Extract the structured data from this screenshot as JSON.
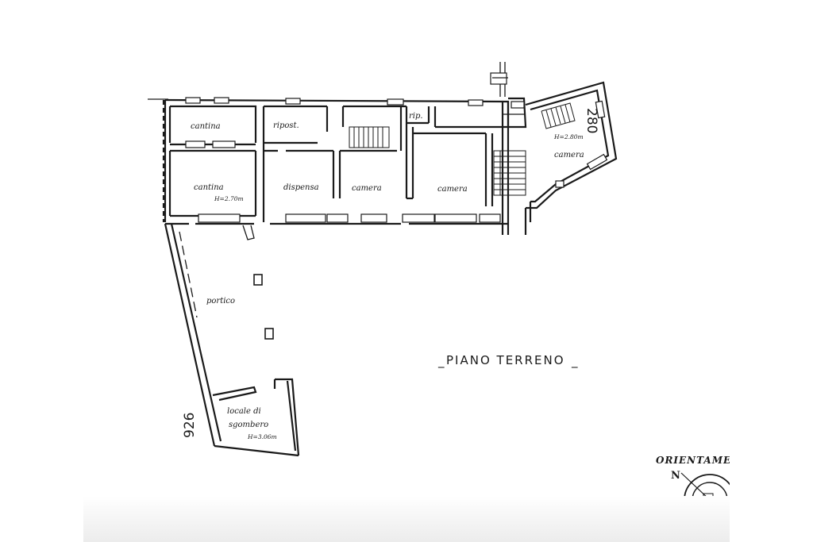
{
  "plan": {
    "title": "PIANO TERRENO",
    "orientation_label": "ORIENTAME",
    "north_label": "N",
    "parcel_numbers": {
      "upper_right": "280",
      "lower_left": "926"
    },
    "rooms": {
      "cantina_top": "cantina",
      "cantina_bottom": "cantina",
      "cantina_bottom_height": "H=2.70m",
      "ripost": "ripost.",
      "rip": "rip.",
      "dispensa": "dispensa",
      "camera_1": "camera",
      "camera_2": "camera",
      "camera_right": "camera",
      "camera_right_height": "H=2.80m",
      "portico": "portico",
      "locale_line1": "locale di",
      "locale_line2": "sgombero",
      "locale_height": "H=3.06m"
    },
    "colors": {
      "ink": "#1a1a1a",
      "paper": "#ffffff"
    }
  }
}
